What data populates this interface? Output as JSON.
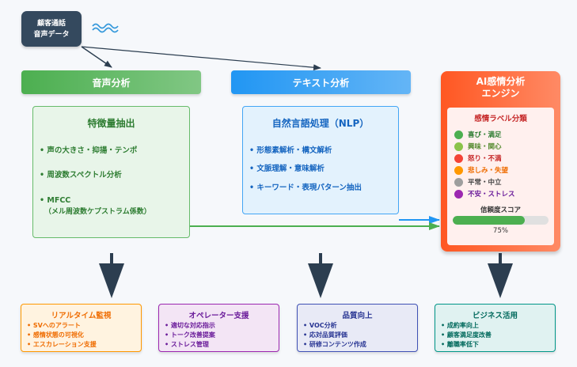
{
  "source": {
    "line1": "顧客通話",
    "line2": "音声データ",
    "icon": "sound-wave-icon"
  },
  "headers": {
    "voice": "音声分析",
    "text": "テキスト分析"
  },
  "voice_panel": {
    "title": "特徴量抽出",
    "items": [
      "• 声の大きさ・抑揚・テンポ",
      "• 周波数スペクトル分析",
      "• MFCC",
      "（メル周波数ケプストラム係数）"
    ]
  },
  "text_panel": {
    "title": "自然言語処理（NLP）",
    "items": [
      "• 形態素解析・構文解析",
      "• 文脈理解・意味解析",
      "• キーワード・表現パターン抽出"
    ]
  },
  "engine": {
    "title_line1": "AI感情分析",
    "title_line2": "エンジン",
    "classification_title": "感情ラベル分類",
    "emotions": [
      {
        "label": "喜び・満足",
        "color": "#4caf50",
        "text_color": "#2e7d32"
      },
      {
        "label": "興味・関心",
        "color": "#8bc34a",
        "text_color": "#558b2f"
      },
      {
        "label": "怒り・不満",
        "color": "#f44336",
        "text_color": "#c62828"
      },
      {
        "label": "悲しみ・失望",
        "color": "#ff9800",
        "text_color": "#ef6c00"
      },
      {
        "label": "平常・中立",
        "color": "#9e9e9e",
        "text_color": "#424242"
      },
      {
        "label": "不安・ストレス",
        "color": "#9c27b0",
        "text_color": "#6a1b9a"
      }
    ],
    "confidence_label": "信頼度スコア",
    "confidence_value": 75,
    "confidence_text": "75%"
  },
  "outcomes": [
    {
      "title": "リアルタイム監視",
      "items": [
        "• SVへのアラート",
        "• 感情状態の可視化",
        "• エスカレーション支援"
      ]
    },
    {
      "title": "オペレーター支援",
      "items": [
        "• 適切な対応指示",
        "• トーク改善提案",
        "• ストレス管理"
      ]
    },
    {
      "title": "品質向上",
      "items": [
        "• VOC分析",
        "• 応対品質評価",
        "• 研修コンテンツ作成"
      ]
    },
    {
      "title": "ビジネス活用",
      "items": [
        "• 成約率向上",
        "• 顧客満足度改善",
        "• 離職率低下"
      ]
    }
  ],
  "colors": {
    "dark": "#2c3e50",
    "voice": "#4caf50",
    "text": "#2196f3",
    "engine": "#ff5722"
  }
}
